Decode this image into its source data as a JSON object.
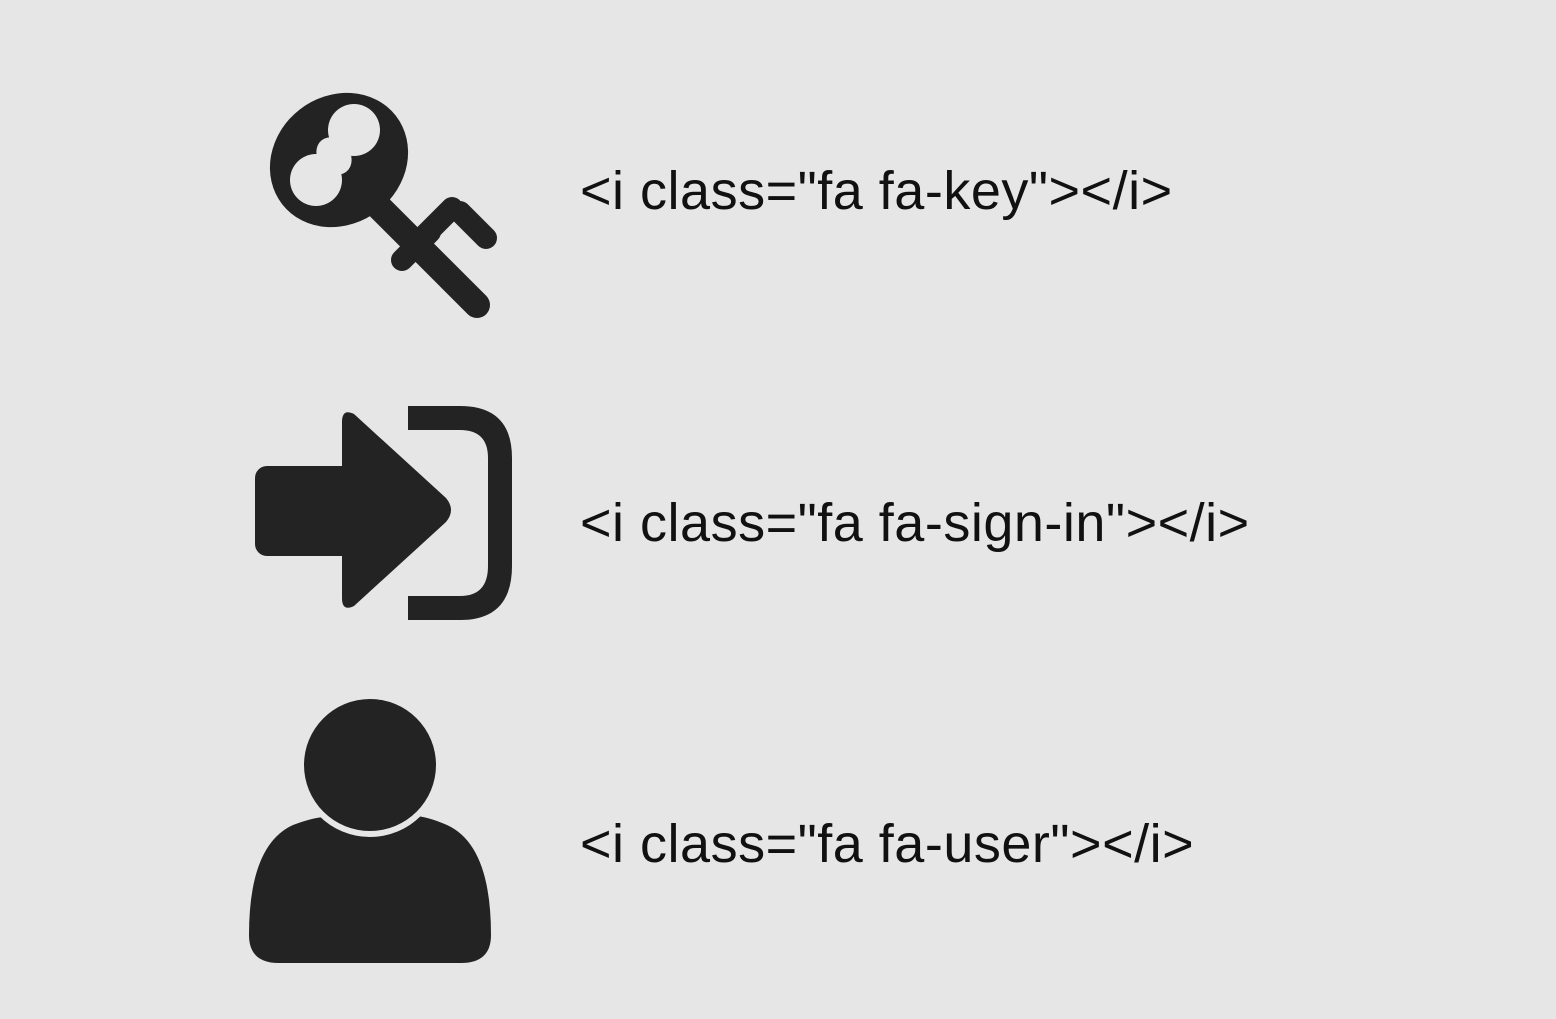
{
  "colors": {
    "background": "#e6e6e6",
    "icon": "#232323",
    "text": "#111111"
  },
  "items": [
    {
      "icon": "key-icon",
      "code": "<i class=\"fa fa-key\"></i>"
    },
    {
      "icon": "sign-in-icon",
      "code": "<i class=\"fa fa-sign-in\"></i>"
    },
    {
      "icon": "user-icon",
      "code": "<i class=\"fa fa-user\"></i>"
    }
  ]
}
